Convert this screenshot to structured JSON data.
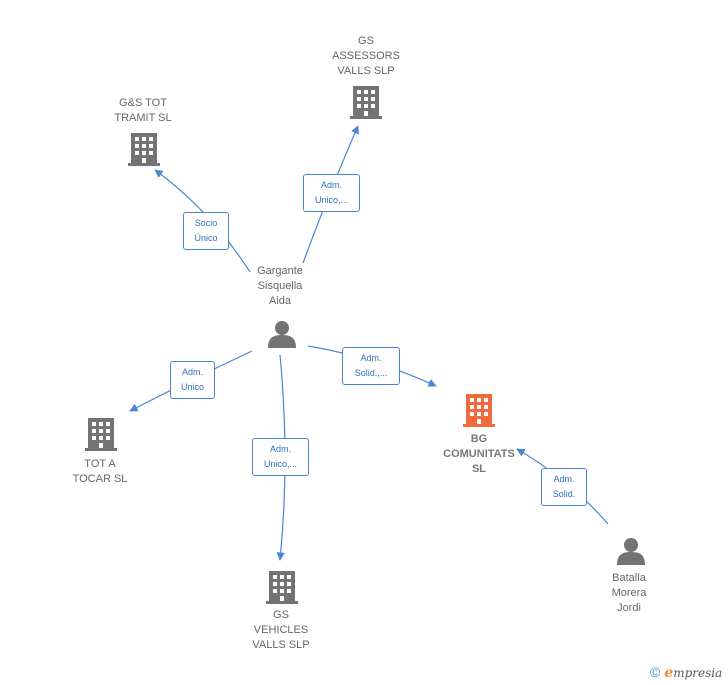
{
  "nodes": {
    "center": {
      "name": "Gargante\nSisquella\nAida",
      "icon": "person-icon"
    },
    "gs_assessors": {
      "name": "GS\nASSESSORS\nVALLS  SLP",
      "icon": "building-icon"
    },
    "gs_tot": {
      "name": "G&S TOT\nTRAMIT  SL",
      "icon": "building-icon"
    },
    "tot_a_tocar": {
      "name": "TOT A\nTOCAR  SL",
      "icon": "building-icon"
    },
    "gs_vehicles": {
      "name": "GS\nVEHICLES\nVALLS  SLP",
      "icon": "building-icon"
    },
    "bg_comunitats": {
      "name": "BG\nCOMUNITATS\nSL",
      "icon": "building-icon",
      "color": "#f26a3d"
    },
    "batalla": {
      "name": "Batalla\nMorera\nJordi",
      "icon": "person-icon"
    }
  },
  "edges": {
    "e1": "Adm.\nUnico,...",
    "e2": "Socio\nÚnico",
    "e3": "Adm.\nUnico",
    "e4": "Adm.\nUnico,...",
    "e5": "Adm.\nSolid.,...",
    "e6": "Adm.\nSolid."
  },
  "colors": {
    "edge": "#4a86d4",
    "icon": "#737373",
    "highlight": "#f26a3d"
  },
  "footer": {
    "copyright": "©",
    "brand_initial": "e",
    "brand_rest": "mpresia"
  }
}
